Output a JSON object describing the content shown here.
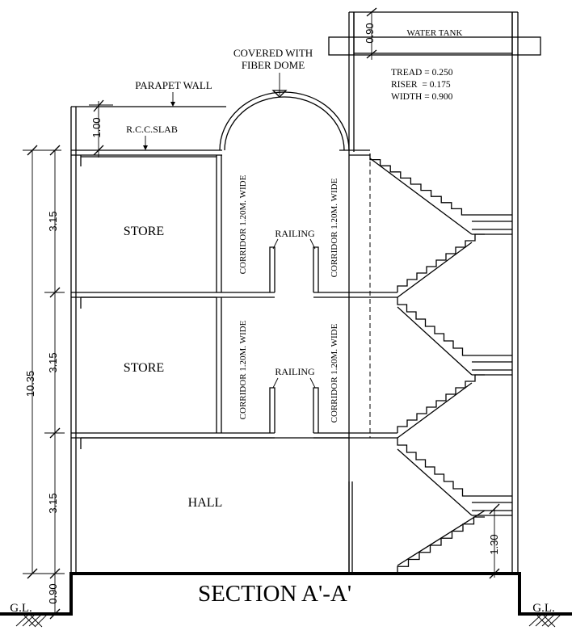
{
  "title": "SECTION A'-A'",
  "labels": {
    "parapet": "PARAPET WALL",
    "dome": [
      "COVERED WITH",
      "FIBER DOME"
    ],
    "slab": "R.C.C.SLAB",
    "water_tank": "WATER TANK",
    "stair_spec": [
      "TREAD = 0.250",
      "RISER  = 0.175",
      "WIDTH = 0.900"
    ],
    "store_upper": "STORE",
    "store_lower": "STORE",
    "hall": "HALL",
    "railing_upper": "RAILING",
    "railing_lower": "RAILING",
    "corridor": "CORRIDOR 1.20M. WIDE",
    "ground_left": "G.L.",
    "ground_right": "G.L."
  },
  "dimensions": {
    "parapet": "1.00",
    "tank": "0.90",
    "floor_top": "3.15",
    "floor_mid": "3.15",
    "floor_ground": "3.15",
    "plinth": "0.90",
    "total": "10.35",
    "landing": "1.30"
  }
}
